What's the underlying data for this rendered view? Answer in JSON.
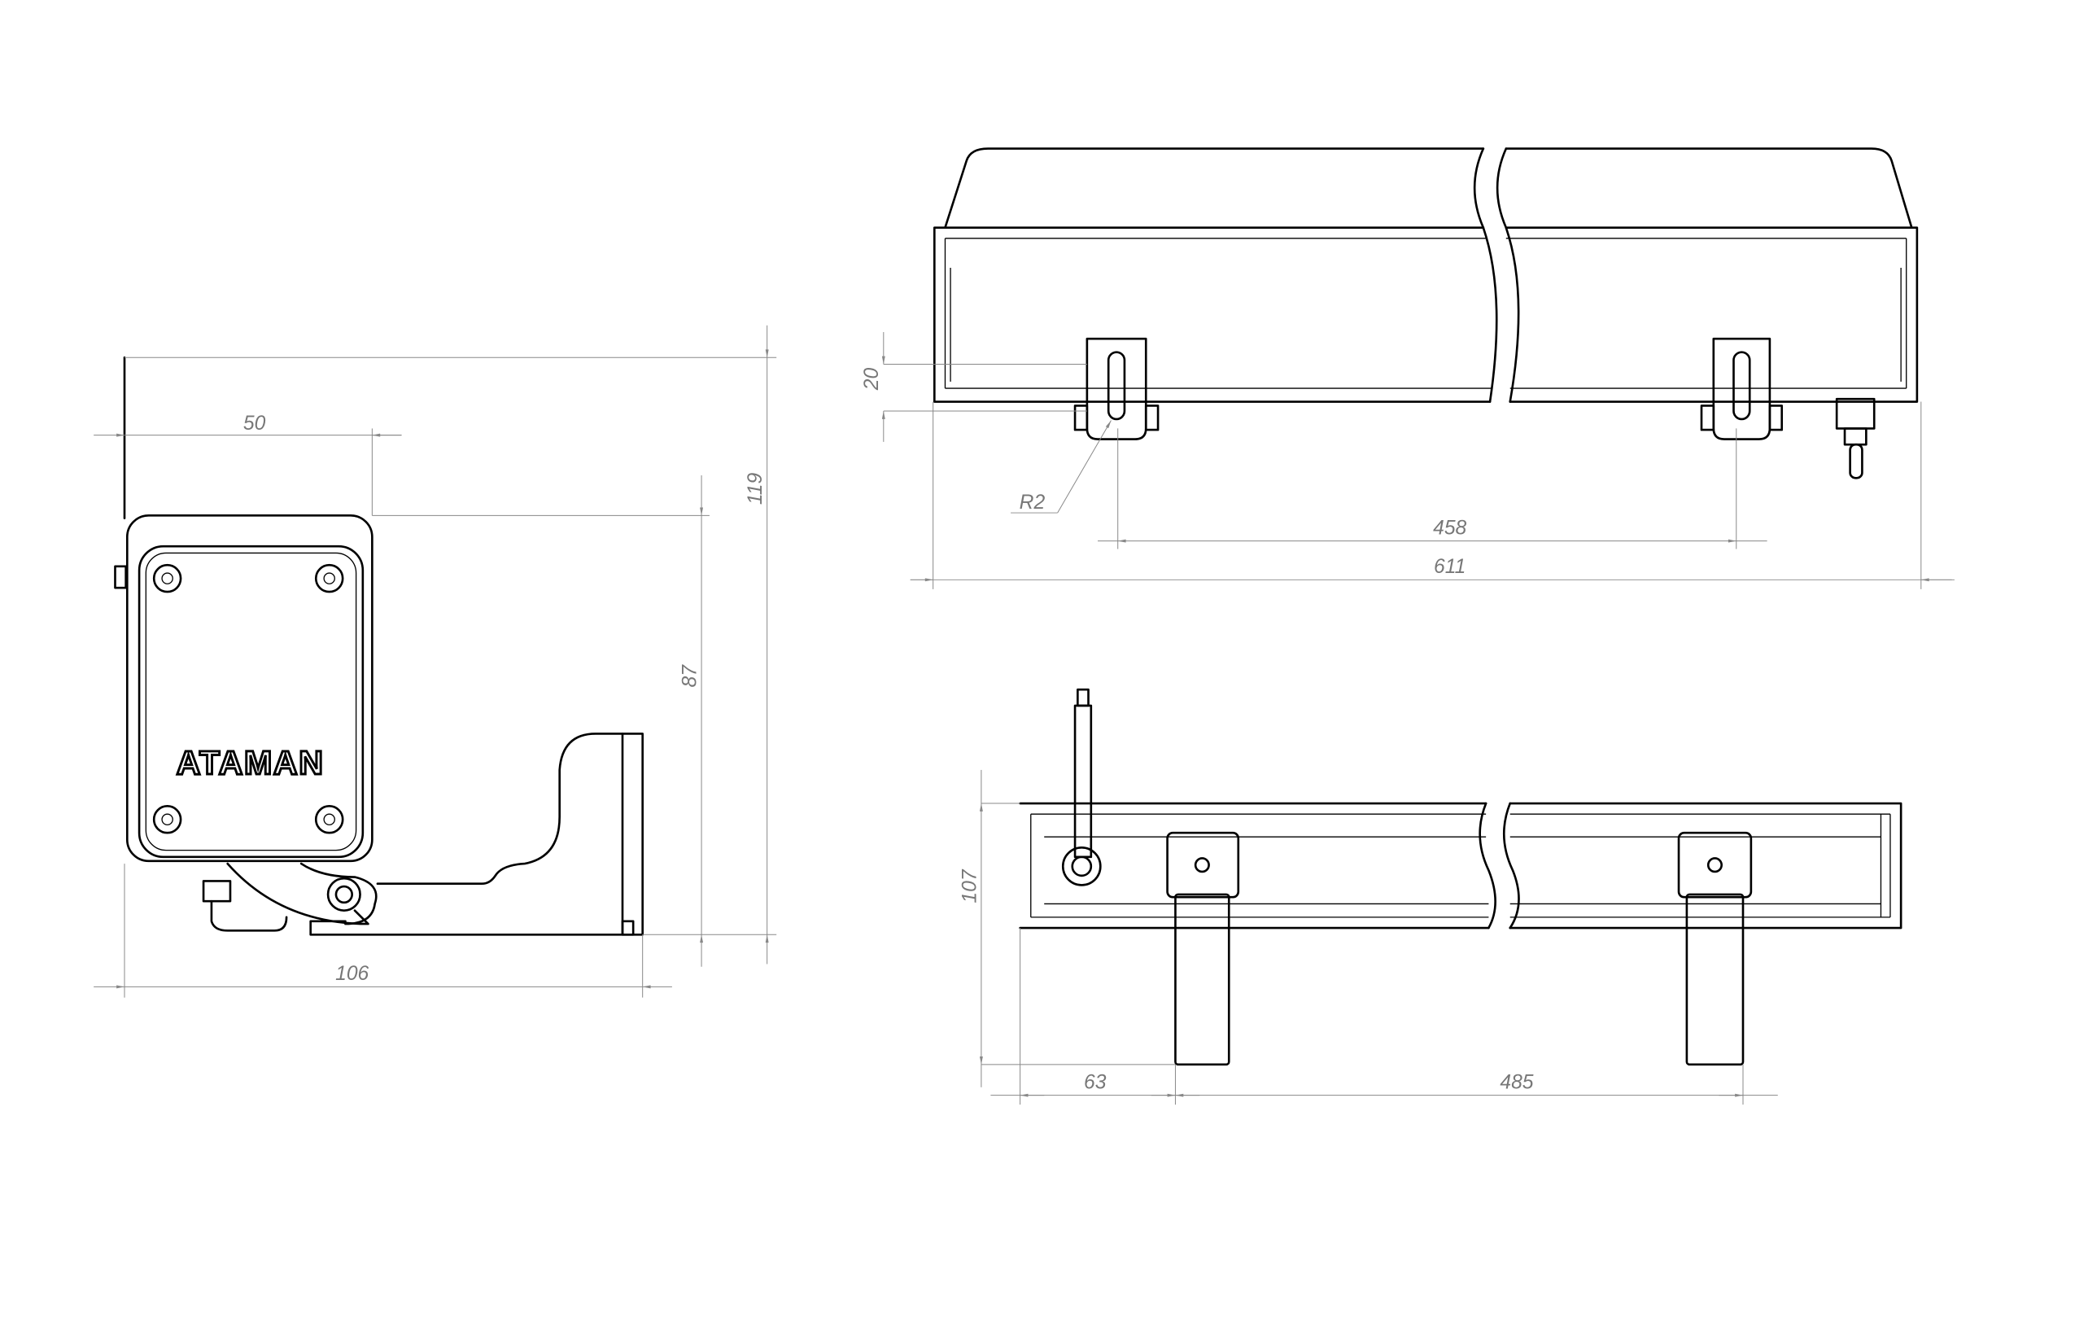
{
  "drawing": {
    "logo_text": "ATAMAN",
    "side_view": {
      "dim_width_top": "50",
      "dim_height_total": "119",
      "dim_height_body": "87",
      "dim_width_total": "106"
    },
    "front_view": {
      "dim_bracket_height": "20",
      "dim_radius": "R2",
      "dim_bracket_spacing": "458",
      "dim_total_length": "611"
    },
    "top_view": {
      "dim_depth": "107",
      "dim_offset": "63",
      "dim_leg_spacing": "485"
    }
  }
}
